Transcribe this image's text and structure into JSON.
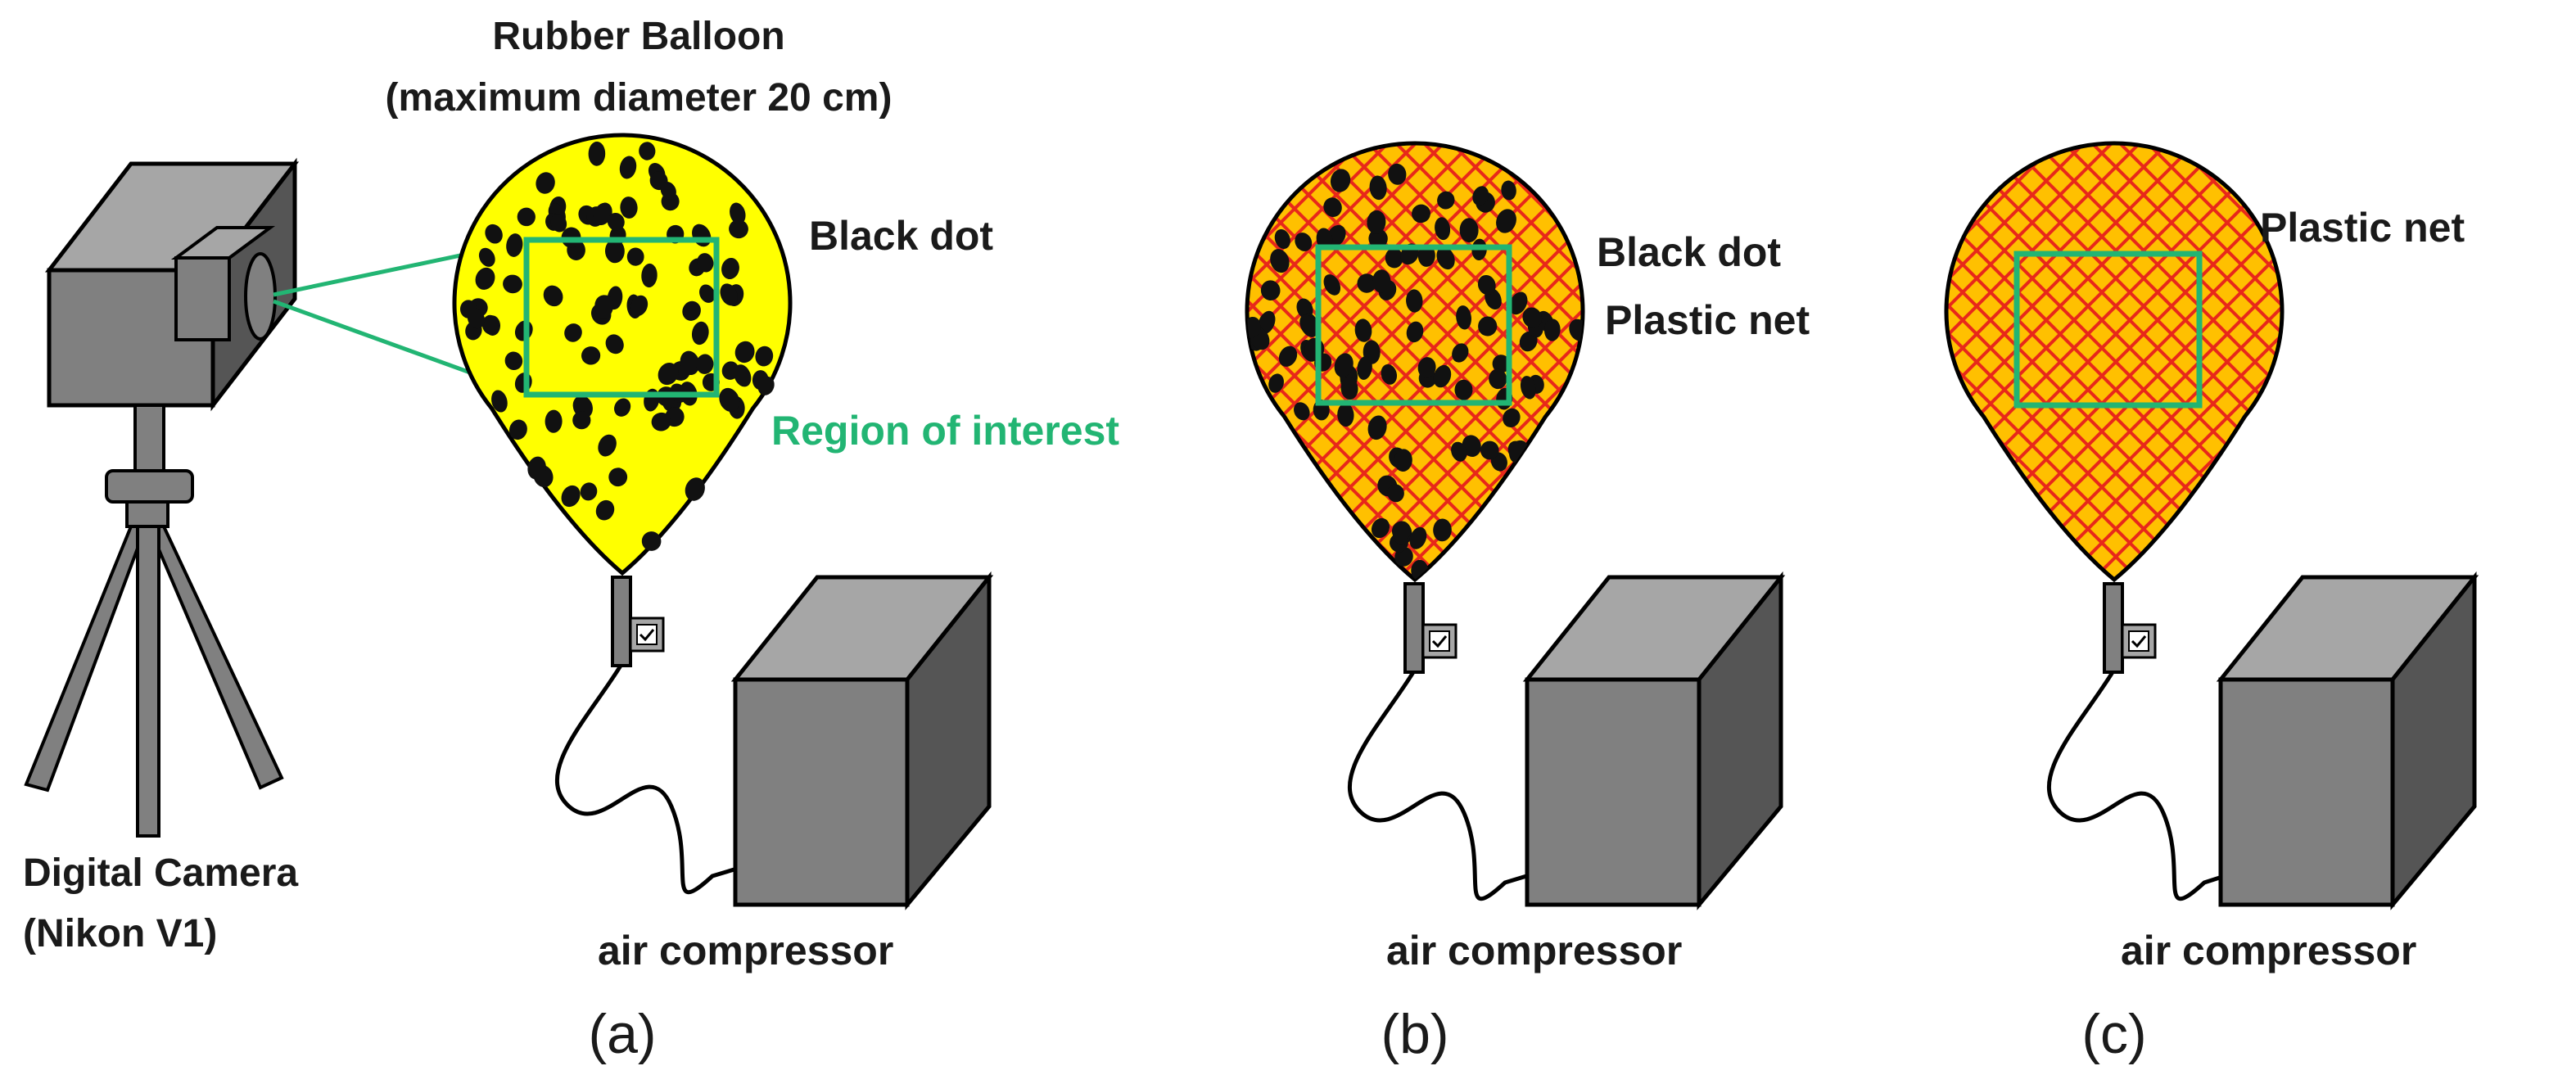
{
  "colors": {
    "balloon_fill": "#ffff00",
    "balloon_stroke": "#000000",
    "dot": "#111111",
    "net_background": "#ffc000",
    "net_line": "#e8281a",
    "roi": "#22b573",
    "device": "#808080",
    "device_dark": "#555555",
    "device_light": "#a6a6a6"
  },
  "icons": [
    "camera-icon",
    "tripod-icon",
    "balloon-icon",
    "air-compressor-icon",
    "valve-icon",
    "hose-icon"
  ],
  "panel_a": {
    "balloon_title_line1": "Rubber Balloon",
    "balloon_title_line2": "(maximum diameter 20 cm)",
    "pattern_label": "Black dot",
    "roi_label": "Region of interest",
    "camera_label_line1": "Digital Camera",
    "camera_label_line2": "(Nikon V1)",
    "compressor_label": "air compressor",
    "panel_label": "(a)"
  },
  "panel_b": {
    "pattern_label_line1": "Black dot",
    "pattern_label_line2": "Plastic net",
    "compressor_label": "air compressor",
    "panel_label": "(b)"
  },
  "panel_c": {
    "pattern_label": "Plastic net",
    "compressor_label": "air compressor",
    "panel_label": "(c)"
  }
}
